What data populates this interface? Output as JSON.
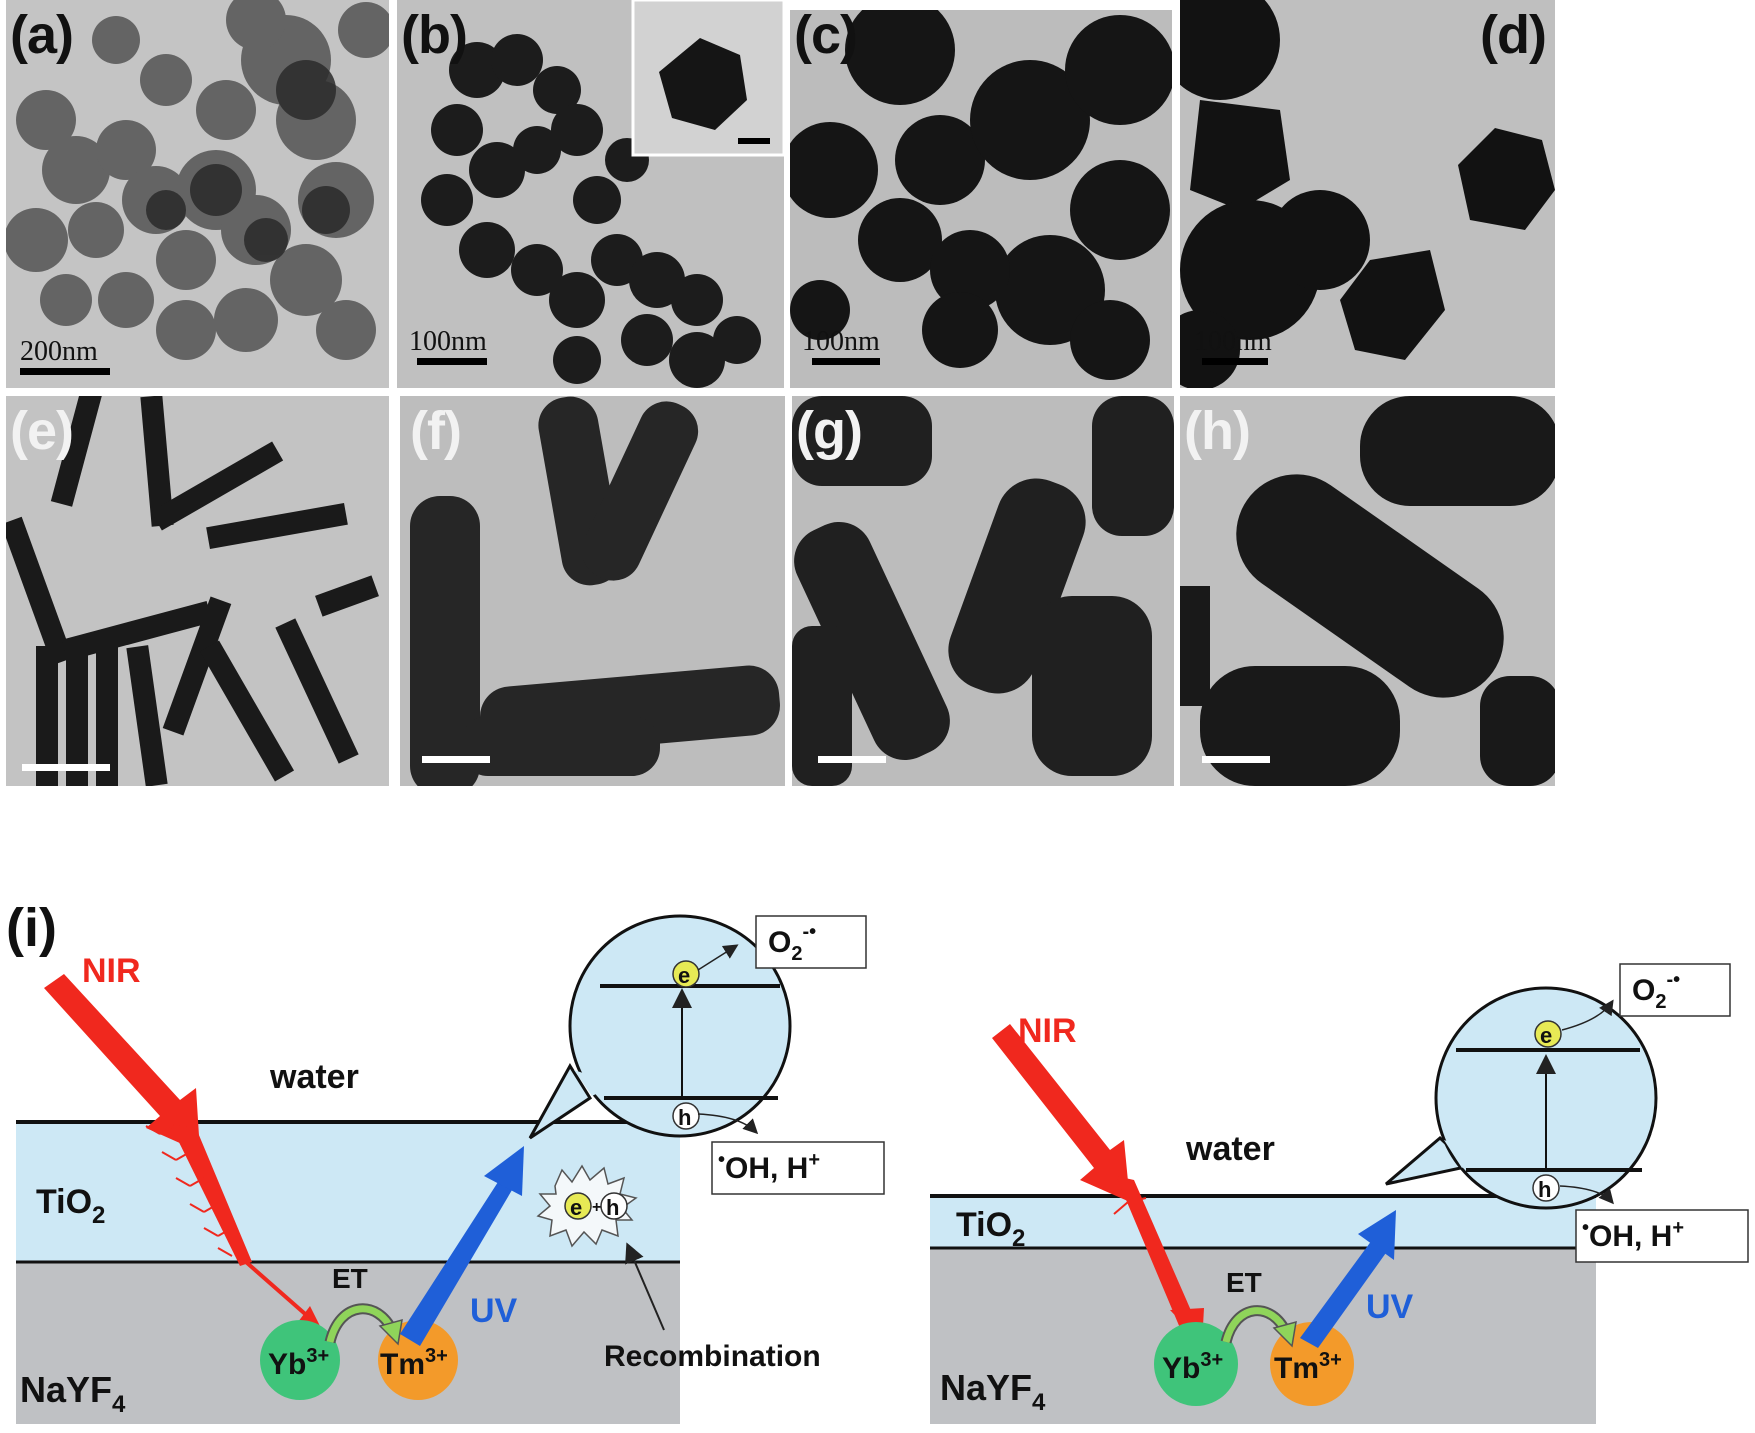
{
  "panels": [
    {
      "label": "(a)",
      "scale": "200nm"
    },
    {
      "label": "(b)",
      "scale": "100nm"
    },
    {
      "label": "(c)",
      "scale": "100nm"
    },
    {
      "label": "(d)",
      "scale": "100nm"
    },
    {
      "label": "(e)",
      "scale": ""
    },
    {
      "label": "(f)",
      "scale": ""
    },
    {
      "label": "(g)",
      "scale": ""
    },
    {
      "label": "(h)",
      "scale": ""
    }
  ],
  "diagram": {
    "label": "(i)",
    "left": {
      "nir": "NIR",
      "water": "water",
      "tio2": "TiO",
      "tio2_sub": "2",
      "nayf4": "NaYF",
      "nayf4_sub": "4",
      "et": "ET",
      "uv": "UV",
      "yb": "Yb",
      "yb_sup": "3+",
      "tm": "Tm",
      "tm_sup": "3+",
      "o2": "O",
      "o2_sub": "2",
      "o2_sup": "-•",
      "oh": "OH, H",
      "oh_dot": "•",
      "oh_sup": "+",
      "e": "e",
      "h": "h",
      "recombination": "Recombination"
    },
    "right": {
      "nir": "NIR",
      "water": "water",
      "tio2": "TiO",
      "tio2_sub": "2",
      "nayf4": "NaYF",
      "nayf4_sub": "4",
      "et": "ET",
      "uv": "UV",
      "yb": "Yb",
      "yb_sup": "3+",
      "tm": "Tm",
      "tm_sup": "3+",
      "o2": "O",
      "o2_sub": "2",
      "o2_sup": "-•",
      "oh": "OH, H",
      "oh_dot": "•",
      "oh_sup": "+",
      "e": "e",
      "h": "h"
    }
  },
  "colors": {
    "tio2_layer": "#cde8f5",
    "nayf4_layer": "#bfc1c4",
    "nir": "#f0281e",
    "uv": "#1f5fd8",
    "yb": "#3fc47a",
    "tm": "#f39a2a",
    "electron": "#e7ea55",
    "et_arrow": "#8fd45a"
  }
}
